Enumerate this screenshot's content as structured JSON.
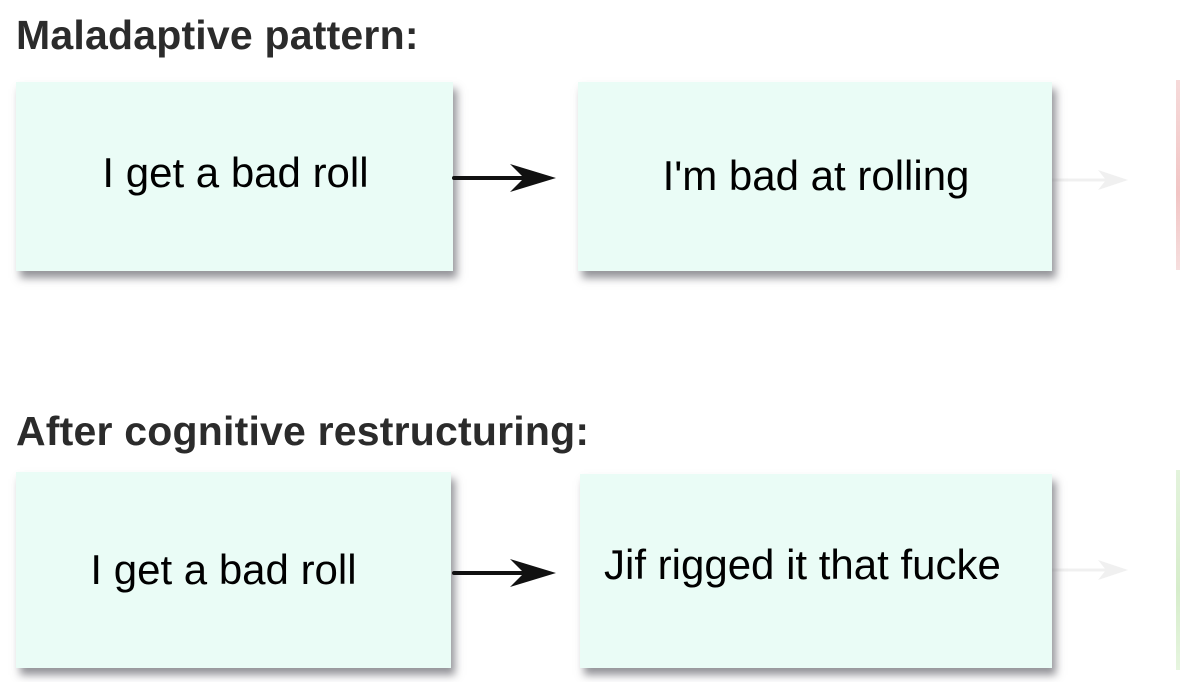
{
  "sections": [
    {
      "heading": "Maladaptive pattern:",
      "from": "I get a bad roll",
      "to": "I'm bad at rolling"
    },
    {
      "heading": "After cognitive restructuring:",
      "from": "I get a bad roll",
      "to": "Jif rigged it that fucke"
    }
  ],
  "colors": {
    "box_fill": "#eafcf6",
    "heading_text": "#2b2b2b",
    "arrow": "#111111",
    "cut_off_box_top": "#f2c4c4",
    "cut_off_box_bottom": "#d6edcb"
  }
}
